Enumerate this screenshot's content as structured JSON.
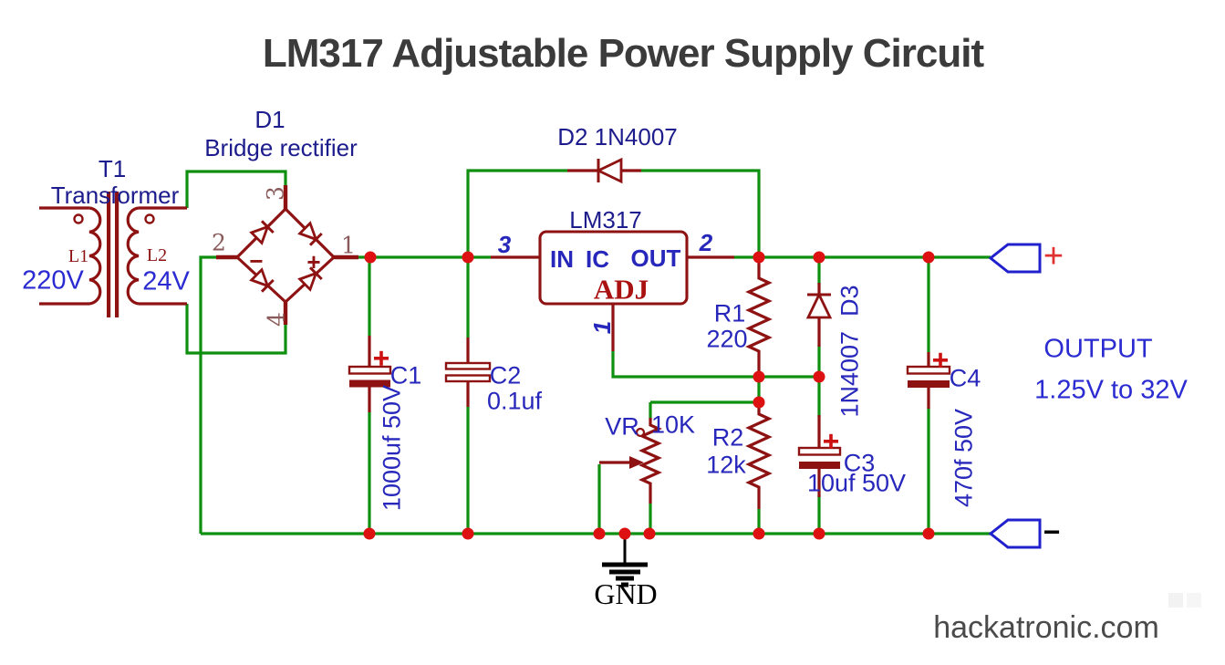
{
  "title": "LM317 Adjustable Power Supply Circuit",
  "watermark": "hackatronic.com",
  "colors": {
    "wire": "#0f8f0f",
    "comp": "#8e1212",
    "dot": "#dd1111",
    "navy": "#1c1c8c",
    "blue": "#2727bb",
    "bright": "#2b2bd2",
    "pinc": "#8a5a5a",
    "term": "#2020cc",
    "plusred": "#cc1111",
    "titlec": "#3b3b3b",
    "wmc": "#4a4a4a"
  },
  "transformer": {
    "ref": "T1",
    "name": "Transformer",
    "primary_label": "L1",
    "primary_voltage": "220V",
    "secondary_label": "L2",
    "secondary_voltage": "24V"
  },
  "bridge": {
    "ref": "D1",
    "name": "Bridge rectifier",
    "pin1": "1",
    "pin2": "2",
    "pin3": "3",
    "pin4": "4",
    "dc_minus": "−",
    "dc_plus": "+"
  },
  "d2": {
    "label": "D2 1N4007"
  },
  "ic": {
    "name": "LM317",
    "pin_in": "IN",
    "pin_ic": "IC",
    "pin_out": "OUT",
    "pin_adj": "ADJ",
    "num_in": "3",
    "num_out": "2",
    "num_adj": "1"
  },
  "c1": {
    "ref": "C1",
    "value": "1000uf  50V"
  },
  "c2": {
    "ref": "C2",
    "value": "0.1uf"
  },
  "r1": {
    "ref": "R1",
    "value": "220"
  },
  "r2": {
    "ref": "R2",
    "value": "12k"
  },
  "vr": {
    "ref": "VR",
    "value": "10K"
  },
  "d3": {
    "value": "1N4007",
    "ref": "D3"
  },
  "c3": {
    "ref": "C3",
    "value": "10uf 50V"
  },
  "c4": {
    "ref": "C4",
    "value": "470f  50V"
  },
  "gnd": {
    "label": "GND"
  },
  "output": {
    "label": "OUTPUT",
    "range": "1.25V to 32V",
    "plus": "+",
    "minus": "−"
  }
}
